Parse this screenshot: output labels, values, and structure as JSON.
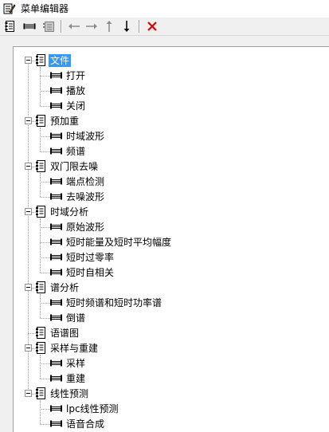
{
  "window": {
    "title": "菜单编辑器"
  },
  "toolbar": {
    "buttons": [
      {
        "name": "add-menu-button",
        "icon": "menu-doc-icon",
        "enabled": true
      },
      {
        "name": "add-item-button",
        "icon": "item-icon",
        "enabled": true
      },
      {
        "name": "add-submenu-button",
        "icon": "submenu-icon",
        "enabled": false
      },
      {
        "name": "move-left-button",
        "icon": "arrow-left-icon",
        "enabled": false
      },
      {
        "name": "move-right-button",
        "icon": "arrow-right-icon",
        "enabled": false
      },
      {
        "name": "move-up-button",
        "icon": "arrow-up-icon",
        "enabled": false
      },
      {
        "name": "move-down-button",
        "icon": "arrow-down-icon",
        "enabled": true
      },
      {
        "name": "delete-button",
        "icon": "delete-x-icon",
        "enabled": true,
        "color": "#e00000"
      }
    ]
  },
  "colors": {
    "selection": "#3399ff",
    "delete": "#e00000",
    "tree_line": "#a0a0a0"
  },
  "tree": [
    {
      "label": "文件",
      "selected": true,
      "children": [
        "打开",
        "播放",
        "关闭"
      ]
    },
    {
      "label": "预加重",
      "children": [
        "时域波形",
        "频谱"
      ]
    },
    {
      "label": "双门限去噪",
      "children": [
        "端点检测",
        "去噪波形"
      ]
    },
    {
      "label": "时域分析",
      "children": [
        "原始波形",
        "短时能量及短时平均幅度",
        "短时过零率",
        "短时自相关"
      ]
    },
    {
      "label": "谱分析",
      "children": [
        "短时频谱和短时功率谱",
        "倒谱"
      ]
    },
    {
      "label": "语谱图",
      "children": []
    },
    {
      "label": "采样与重建",
      "children": [
        "采样",
        "重建"
      ]
    },
    {
      "label": "线性预测",
      "children": [
        "lpc线性预测",
        "语音合成"
      ]
    }
  ]
}
